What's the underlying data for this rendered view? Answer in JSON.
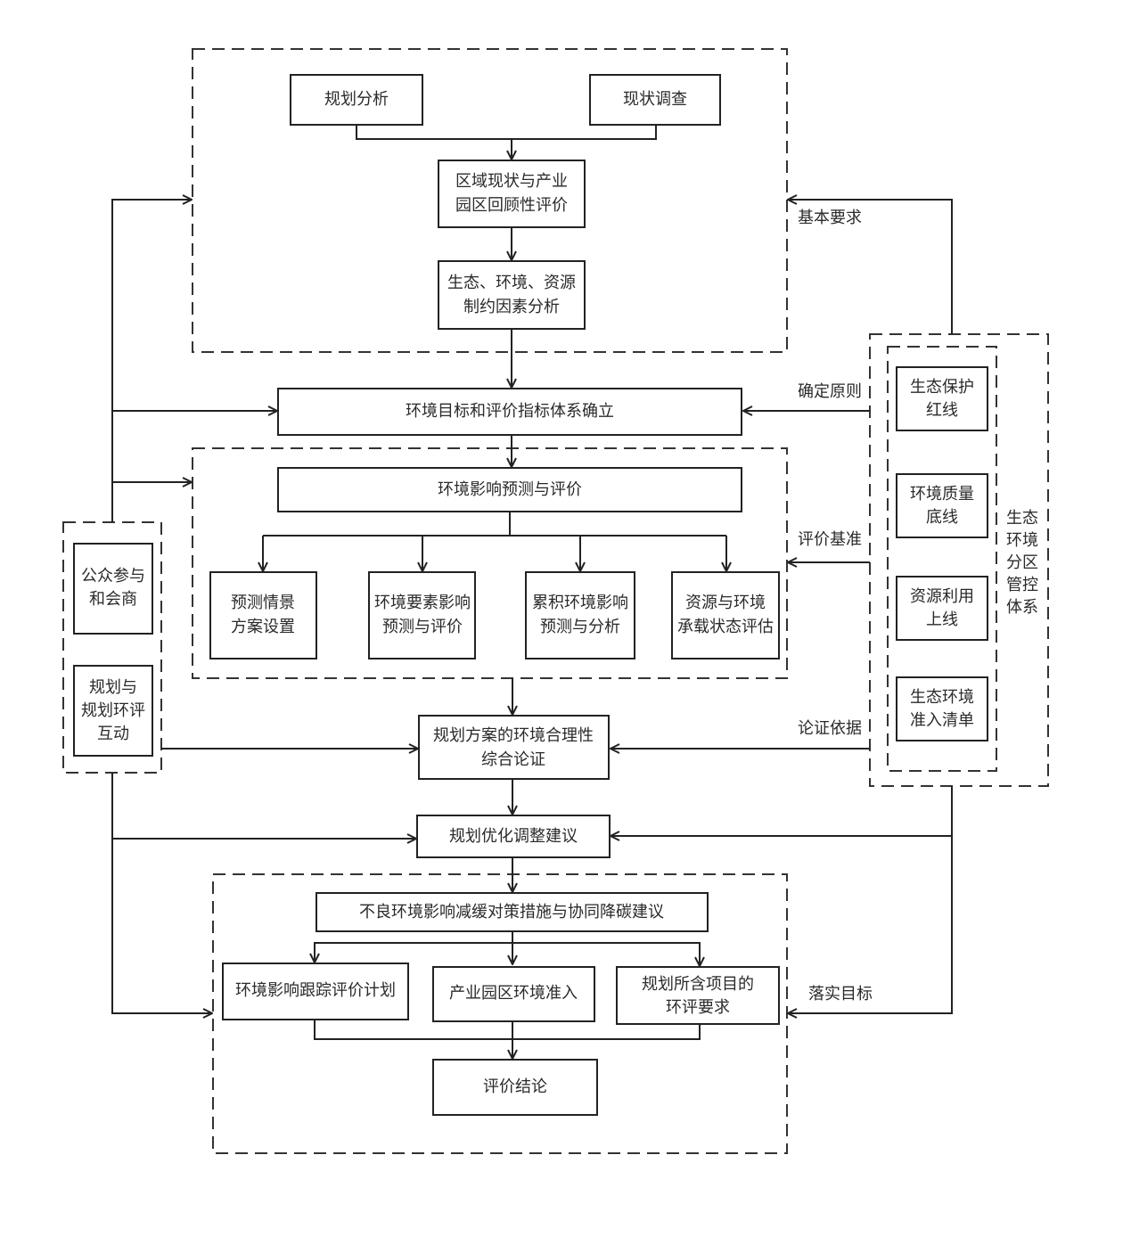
{
  "top_section": {
    "planning_analysis": "规划分析",
    "status_survey": "现状调查",
    "retrospective_eval": [
      "区域现状与产业",
      "园区回顾性评价"
    ],
    "constraint_analysis": [
      "生态、环境、资源",
      "制约因素分析"
    ]
  },
  "target_system": "环境目标和评价指标体系确立",
  "prediction_section": {
    "title": "环境影响预测与评价",
    "items": [
      [
        "预测情景",
        "方案设置"
      ],
      [
        "环境要素影响",
        "预测与评价"
      ],
      [
        "累积环境影响",
        "预测与分析"
      ],
      [
        "资源与环境",
        "承载状态评估"
      ]
    ]
  },
  "rationality": [
    "规划方案的环境合理性",
    "综合论证"
  ],
  "optimization": "规划优化调整建议",
  "bottom_section": {
    "mitigation": "不良环境影响减缓对策措施与协同降碳建议",
    "items": [
      [
        "环境影响跟踪评价计划"
      ],
      [
        "产业园区环境准入"
      ],
      [
        "规划所含项目的",
        "环评要求"
      ]
    ],
    "conclusion": "评价结论"
  },
  "left_group": {
    "items": [
      [
        "公众参与",
        "和会商"
      ],
      [
        "规划与",
        "规划环评",
        "互动"
      ]
    ]
  },
  "right_group": {
    "title": [
      "生态",
      "环境",
      "分区",
      "管控",
      "体系"
    ],
    "items": [
      [
        "生态保护",
        "红线"
      ],
      [
        "环境质量",
        "底线"
      ],
      [
        "资源利用",
        "上线"
      ],
      [
        "生态环境",
        "准入清单"
      ]
    ]
  },
  "edge_labels": {
    "basic_requirements": "基本要求",
    "determine_principles": "确定原则",
    "evaluation_benchmark": "评价基准",
    "demonstration_basis": "论证依据",
    "implement_targets": "落实目标"
  }
}
